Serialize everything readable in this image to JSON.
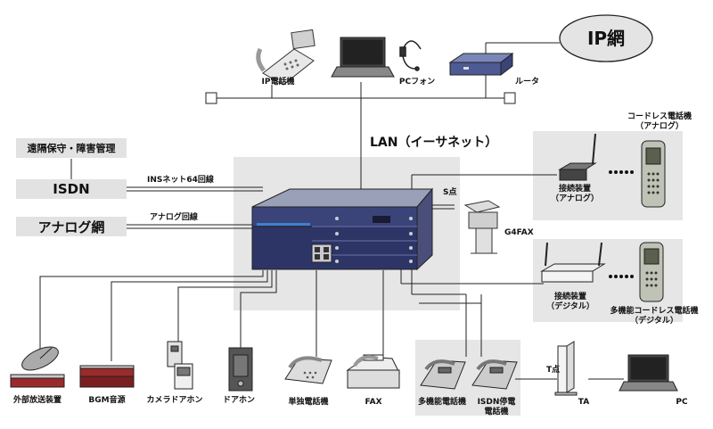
{
  "cloud": {
    "label": "IP網"
  },
  "lan": {
    "label": "LAN（イーサネット）"
  },
  "top_devices": {
    "ip_phone": "IP電話機",
    "pc_phone": "PCフォン",
    "router": "ルータ"
  },
  "left_boxes": {
    "maintenance": "遠隔保守・障害管理",
    "isdn": "ISDN",
    "analog": "アナログ網"
  },
  "lines": {
    "ins64": "INSネット64回線",
    "analog_line": "アナログ回線",
    "s_point": "S点",
    "t_point": "T点"
  },
  "right": {
    "g4fax": "G4FAX",
    "cordless_analog": [
      "コードレス電話機",
      "（アナログ）"
    ],
    "connector_analog": [
      "接続装置",
      "（アナログ）"
    ],
    "connector_digital": [
      "接続装置",
      "（デジタル）"
    ],
    "cordless_digital": [
      "多機能コードレス電話機",
      "（デジタル）"
    ]
  },
  "bottom_devices": {
    "pa": "外部放送装置",
    "bgm": "BGM音源",
    "camera_door": "カメラドアホン",
    "door": "ドアホン",
    "single_phone": "単独電話機",
    "fax": "FAX",
    "multi_phone": "多機能電話機",
    "isdn_phone": [
      "ISDN停電",
      "電話機"
    ],
    "ta": "TA",
    "pc": "PC"
  }
}
